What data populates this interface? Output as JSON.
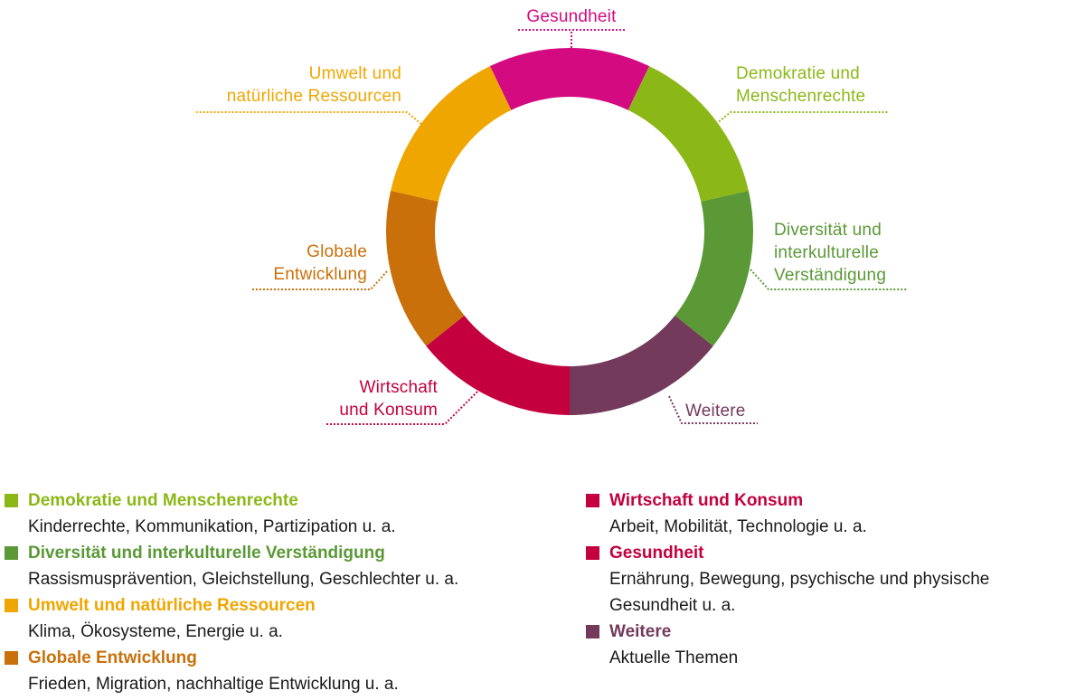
{
  "chart_data": {
    "type": "pie",
    "subtype": "donut",
    "title": "",
    "start": "top",
    "direction": "clockwise",
    "slices": [
      {
        "label": "Gesundheit",
        "callout": [
          "Gesundheit"
        ],
        "value": 1,
        "color": "#d40a80"
      },
      {
        "label": "Demokratie und Menschenrechte",
        "callout": [
          "Demokratie und",
          "Menschenrechte"
        ],
        "value": 1,
        "color": "#8cb817"
      },
      {
        "label": "Diversität und interkulturelle Verständigung",
        "callout": [
          "Diversität und",
          "interkulturelle",
          "Verständigung"
        ],
        "value": 1,
        "color": "#5a9936"
      },
      {
        "label": "Weitere",
        "callout": [
          "Weitere"
        ],
        "value": 1,
        "color": "#733a5c"
      },
      {
        "label": "Wirtschaft und Konsum",
        "callout": [
          "Wirtschaft",
          "und Konsum"
        ],
        "value": 1,
        "color": "#c4003f"
      },
      {
        "label": "Globale Entwicklung",
        "callout": [
          "Globale",
          "Entwicklung"
        ],
        "value": 1,
        "color": "#c9700a"
      },
      {
        "label": "Umwelt und natürliche Ressourcen",
        "callout": [
          "Umwelt und",
          "natürliche Ressourcen"
        ],
        "value": 1,
        "color": "#f0a600"
      }
    ],
    "legend": {
      "placement": "bottom",
      "left": [
        {
          "title": "Demokratie und Menschenrechte",
          "desc": [
            "Kinderrechte, Kommunikation, Partizipation u. a."
          ],
          "color": "#8cb817"
        },
        {
          "title": "Diversität und interkulturelle Verständigung",
          "desc": [
            "Rassismusprävention, Gleichstellung, Geschlechter u. a."
          ],
          "color": "#5a9936"
        },
        {
          "title": "Umwelt und natürliche Ressourcen",
          "desc": [
            "Klima, Ökosysteme, Energie u. a."
          ],
          "color": "#f0a600"
        },
        {
          "title": "Globale Entwicklung",
          "desc": [
            "Frieden, Migration, nachhaltige Entwicklung u. a."
          ],
          "color": "#c9700a"
        }
      ],
      "right": [
        {
          "title": "Wirtschaft und Konsum",
          "desc": [
            "Arbeit, Mobilität, Technologie u. a."
          ],
          "color": "#c4003f"
        },
        {
          "title": "Gesundheit",
          "desc": [
            "Ernährung, Bewegung, psychische und physische",
            "Gesundheit u. a."
          ],
          "color": "#c4003f"
        },
        {
          "title": "Weitere",
          "desc": [
            "Aktuelle Themen"
          ],
          "color": "#733a5c"
        }
      ]
    }
  }
}
